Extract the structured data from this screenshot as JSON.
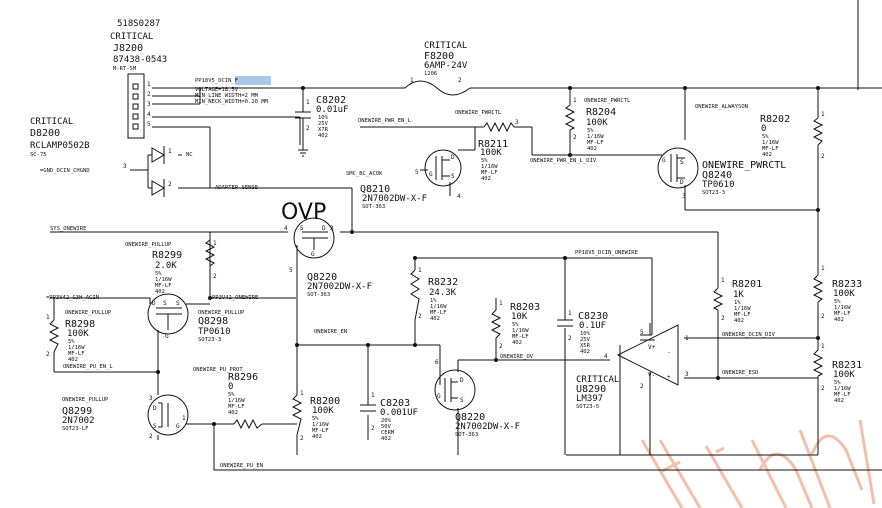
{
  "ovp_label": "OVP",
  "connector": {
    "part_number": "518S0287",
    "critical": "CRITICAL",
    "ref": "J8200",
    "mpn": "87438-0543",
    "footprint": "M-RT-SM",
    "pins": [
      "1",
      "2",
      "3",
      "4",
      "5"
    ]
  },
  "diode": {
    "critical": "CRITICAL",
    "ref": "D8200",
    "mpn": "RCLAMP0502B",
    "footprint": "SC-75",
    "nc": "NC",
    "pins": [
      "1",
      "2",
      "3"
    ]
  },
  "fuse": {
    "critical": "CRITICAL",
    "ref": "F8200",
    "value": "6AMP-24V",
    "footprint": "1206",
    "pins": [
      "1",
      "2"
    ]
  },
  "nets": {
    "pp18v5_prefix": "PP18V5_",
    "pp18v5_hl": "DCIN_F",
    "voltage": "VOLTAGE=18.5V",
    "min_line": "MIN_LINE_WIDTH=2 MM",
    "min_neck": "MIN_NECK_WIDTH=0.20 MM",
    "gnd_dcin": "=GND_DCIN_CHGND",
    "adapter_sense": "ADAPTER SENSE",
    "onewire_pwr_en_l": "ONEWIRE_PWR_EN_L",
    "onewire_pwrctl": "ONEWIRE_PWRCTL",
    "onewire_pwr_en_l_div": "ONEWIRE_PWR_EN_L_DIV",
    "onewire_alwayson": "ONEWIRE_ALWAYSON",
    "smc_bc_acok": "SMC_BC_ACOK",
    "sys_onewire": "SYS_ONEWIRE",
    "pp3v42_g3h": "=PP3V42_G3H_ACIN",
    "pp3v42_onewire": "PP3V42_ONEWIRE",
    "pp18v5_dcin_onewire": "PP18V5_DCIN_ONEWIRE",
    "onewire_en": "ONEWIRE_EN",
    "onewire_pu_en_l": "ONEWIRE_PU_EN_L",
    "onewire_pu_prot": "ONEWIRE_PU_PROT",
    "onewire_ov": "ONEWIRE_OV",
    "onewire_dcin_div": "ONEWIRE_DCIN_DIV",
    "onewire_esd": "ONEWIRE_ESD",
    "onewire_pu_en": "ONEWIRE_PU_EN"
  },
  "c8202": {
    "ref": "C8202",
    "value": "0.01uF",
    "p1": "10%",
    "p2": "25V",
    "p3": "X7R",
    "p4": "402"
  },
  "r8211": {
    "ref": "R8211",
    "value": "100K",
    "p1": "5%",
    "p2": "1/16W",
    "p3": "MF-LF",
    "p4": "402",
    "pin": "3"
  },
  "r8204": {
    "ref": "R8204",
    "value": "100K",
    "p1": "5%",
    "p2": "1/16W",
    "p3": "MF-LF",
    "p4": "402"
  },
  "r8202": {
    "ref": "R8202",
    "value": "0",
    "p1": "5%",
    "p2": "1/16W",
    "p3": "MF-LF",
    "p4": "402"
  },
  "q8240": {
    "net": "ONEWIRE_PWRCTL",
    "ref": "Q8240",
    "mpn": "TP0610",
    "footprint": "SOT23-3"
  },
  "q8210": {
    "ref": "Q8210",
    "mpn": "2N7002DW-X-F",
    "footprint": "SOT-363",
    "pin": "5"
  },
  "q8220a": {
    "ref": "Q8220",
    "mpn": "2N7002DW-X-F",
    "footprint": "SOT-363"
  },
  "q8220b": {
    "ref": "Q8220",
    "mpn": "2N7002DW-X-F",
    "footprint": "SOT-363"
  },
  "onewire_pullup": "ONEWIRE_PULLUP",
  "r8299": {
    "ref": "R8299",
    "value": "2.0K",
    "p1": "5%",
    "p2": "1/16W",
    "p3": "MF-LF",
    "p4": "402"
  },
  "q8298": {
    "ref": "Q8298",
    "mpn": "TP0610",
    "footprint": "SOT23-3"
  },
  "r8298": {
    "ref": "R8298",
    "value": "100K",
    "p1": "5%",
    "p2": "1/16W",
    "p3": "MF-LF",
    "p4": "402"
  },
  "q8299": {
    "ref": "Q8299",
    "mpn": "2N7002",
    "footprint": "SOT23-LF"
  },
  "r8296": {
    "ref": "R8296",
    "value": "0",
    "p1": "5%",
    "p2": "1/16W",
    "p3": "MF-LF",
    "p4": "402"
  },
  "r8200": {
    "ref": "R8200",
    "value": "100K",
    "p1": "5%",
    "p2": "1/16W",
    "p3": "MF-LF",
    "p4": "402"
  },
  "c8203": {
    "ref": "C8203",
    "value": "0.001UF",
    "p1": "20%",
    "p2": "50V",
    "p3": "CERM",
    "p4": "402"
  },
  "r8232": {
    "ref": "R8232",
    "value": "24.3K",
    "p1": "1%",
    "p2": "1/16W",
    "p3": "MF-LF",
    "p4": "402"
  },
  "r8203": {
    "ref": "R8203",
    "value": "10K",
    "p1": "5%",
    "p2": "1/16W",
    "p3": "MF-LF",
    "p4": "402"
  },
  "c8230": {
    "ref": "C8230",
    "value": "0.1UF",
    "p1": "10%",
    "p2": "25V",
    "p3": "X5R",
    "p4": "402"
  },
  "u8290": {
    "critical": "CRITICAL",
    "ref": "U8290",
    "mpn": "LM397",
    "footprint": "SOT23-5",
    "vplus": "V+",
    "vminus": "V-",
    "plus": "+",
    "minus": "-",
    "pins": [
      "1",
      "2",
      "3",
      "4",
      "5"
    ]
  },
  "r8201": {
    "ref": "R8201",
    "value": "1K",
    "p1": "1%",
    "p2": "1/16W",
    "p3": "MF-LF",
    "p4": "402"
  },
  "r8233": {
    "ref": "R8233",
    "value": "100K",
    "p1": "5%",
    "p2": "1/16W",
    "p3": "MF-LF",
    "p4": "402"
  },
  "r8231": {
    "ref": "R8231",
    "value": "100K",
    "p1": "5%",
    "p2": "1/16W",
    "p3": "MF-LF",
    "p4": "402"
  },
  "mos_pins": {
    "d": "D",
    "g": "G",
    "s": "S"
  },
  "pin_nums": {
    "p1": "1",
    "p2": "2",
    "p3": "3",
    "p4": "4",
    "p5": "5",
    "p6": "6"
  },
  "colors": {
    "highlight": "#a9c9e8",
    "watermark": "#f4c0ab"
  }
}
